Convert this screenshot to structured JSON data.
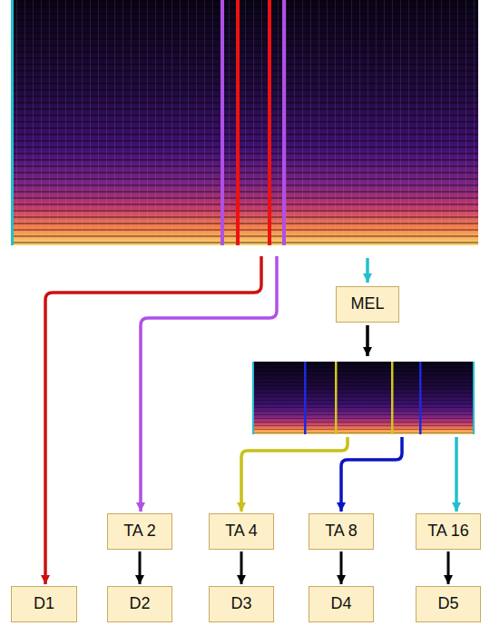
{
  "diagram": {
    "nodes": [
      {
        "text": [
          "MEL"
        ]
      },
      {
        "text": [
          "TA 2"
        ]
      },
      {
        "text": [
          "TA 4"
        ]
      },
      {
        "text": [
          "TA 8"
        ]
      },
      {
        "text": [
          "TA 16"
        ]
      },
      {
        "text": [
          "D1"
        ]
      },
      {
        "text": [
          "D2"
        ]
      },
      {
        "text": [
          "D3"
        ]
      },
      {
        "text": [
          "D4"
        ]
      },
      {
        "text": [
          "D5"
        ]
      }
    ],
    "edges": [
      {
        "from": 1,
        "to": 6,
        "arrow": "to"
      },
      {
        "from": 2,
        "to": 7,
        "arrow": "to"
      },
      {
        "from": 3,
        "to": 8,
        "arrow": "to"
      },
      {
        "from": 4,
        "to": 9,
        "arrow": "to"
      }
    ]
  }
}
